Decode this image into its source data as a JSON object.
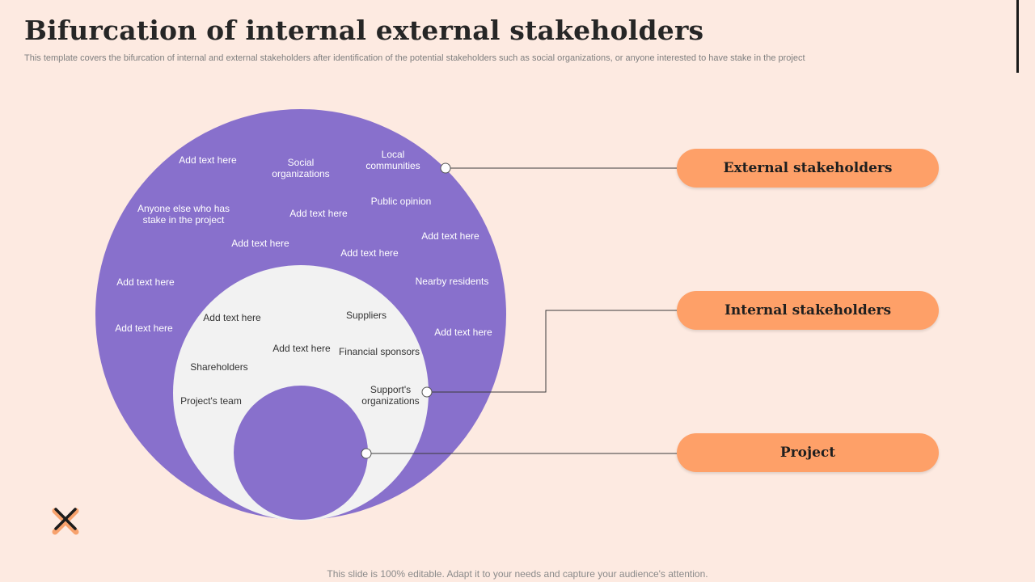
{
  "title": "Bifurcation of internal external stakeholders",
  "subtitle": "This template covers the bifurcation of internal and external stakeholders after identification of the  potential stakeholders such as social organizations, or anyone interested to have stake in the project",
  "colors": {
    "background": "#fdeae1",
    "purple": "#8870cc",
    "inner": "#f2f2f2",
    "pill": "#fea068"
  },
  "outer_labels": [
    "Add text here",
    "Social\norganizations",
    "Local\ncommunities",
    "Anyone else who has\nstake in the project",
    "Add text here",
    "Public opinion",
    "Add text here",
    "Add text here",
    "Add text here",
    "Add text here",
    "Nearby residents",
    "Add text here",
    "Add text here"
  ],
  "inner_labels": [
    "Add text here",
    "Suppliers",
    "Add text here",
    "Financial sponsors",
    "Shareholders",
    "Support's\norganizations",
    "Project's team"
  ],
  "callouts": {
    "external": "External stakeholders",
    "internal": "Internal stakeholders",
    "project": "Project"
  },
  "footer": "This slide is 100% editable. Adapt it to your needs and capture your audience's attention.",
  "logo_icon": "cross-logo-icon"
}
